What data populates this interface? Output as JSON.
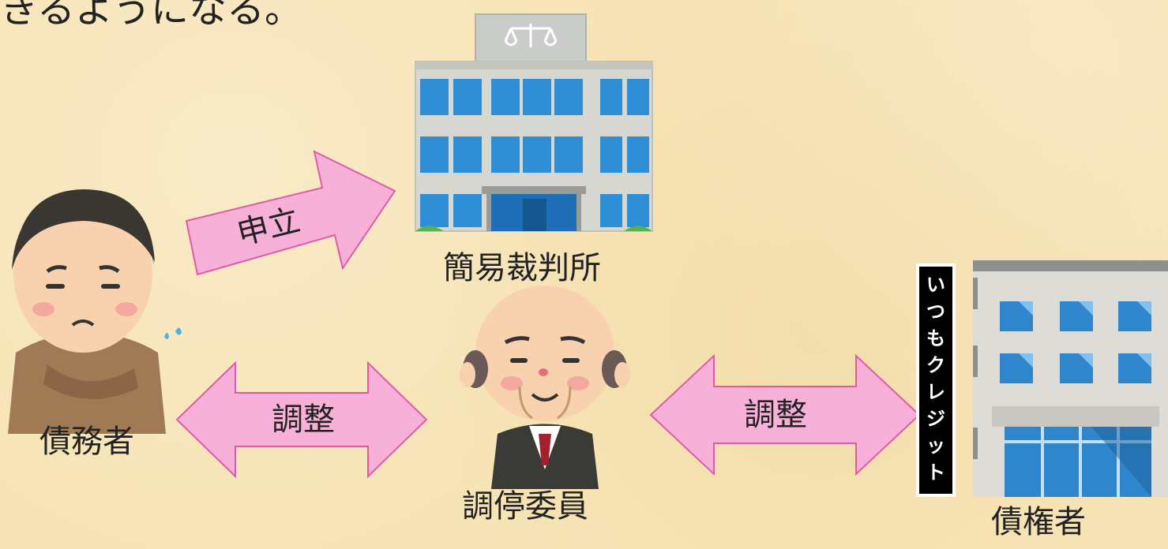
{
  "header": {
    "text": "きるようになる。"
  },
  "arrow_file": {
    "label": "申立"
  },
  "arrow_left": {
    "label": "調整"
  },
  "arrow_right": {
    "label": "調整"
  },
  "court": {
    "label": "簡易裁判所"
  },
  "debtor": {
    "label": "債務者"
  },
  "mediator": {
    "label": "調停委員"
  },
  "creditor": {
    "label": "債権者",
    "sign": [
      "い",
      "つ",
      "も",
      "ク",
      "レ",
      "ジ",
      "ッ",
      "ト"
    ]
  },
  "colors": {
    "arrow_fill": "#f7b0d8",
    "arrow_stroke": "#e05aa8",
    "background": "#f7e4b6"
  }
}
